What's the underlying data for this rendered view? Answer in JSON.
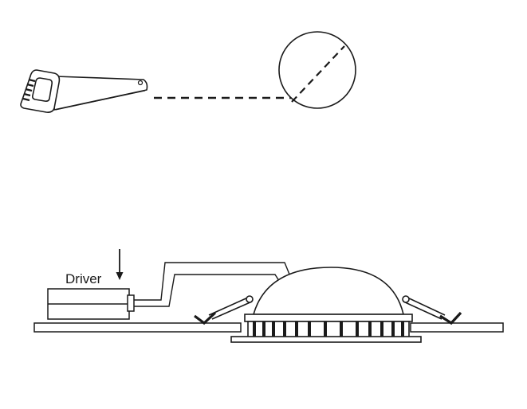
{
  "figure_1": {
    "tool": "hand-saw-icon",
    "cut_marker": "circle-with-dashed-cut-line"
  },
  "figure_2": {
    "driver_label": "Driver",
    "parts": [
      "driver-box",
      "wires",
      "dome-light",
      "spring-clips",
      "ceiling-board"
    ]
  },
  "colors": {
    "line": "#1a1a1a",
    "background": "#ffffff"
  }
}
